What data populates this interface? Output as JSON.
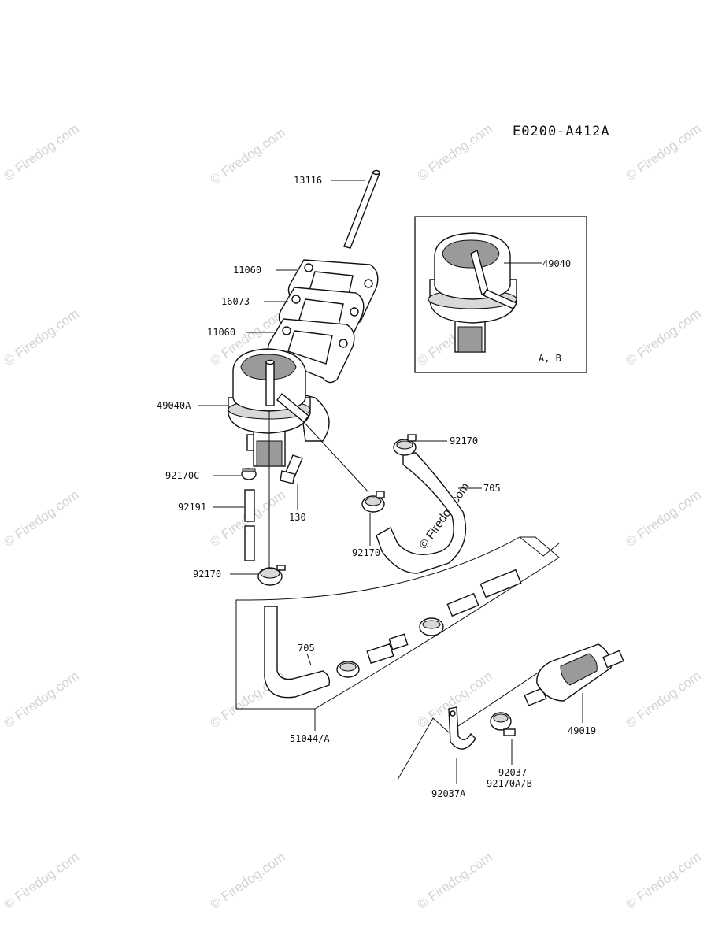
{
  "diagram_code": "E0200-A412A",
  "inset_note": "A, B",
  "watermark": "© Firedog.com",
  "parts": {
    "p13116": "13116",
    "p11060a": "11060",
    "p16073": "16073",
    "p11060b": "11060",
    "p49040A": "49040A",
    "p49040": "49040",
    "p92170_top": "92170",
    "p705_right": "705",
    "p92170C": "92170C",
    "p92191": "92191",
    "p130": "130",
    "p92170_mid": "92170",
    "p92170_left": "92170",
    "p705_left": "705",
    "p51044A": "51044/A",
    "p49019": "49019",
    "p92037": "92037",
    "p92170AB": "92170A/B",
    "p92037A": "92037A"
  }
}
